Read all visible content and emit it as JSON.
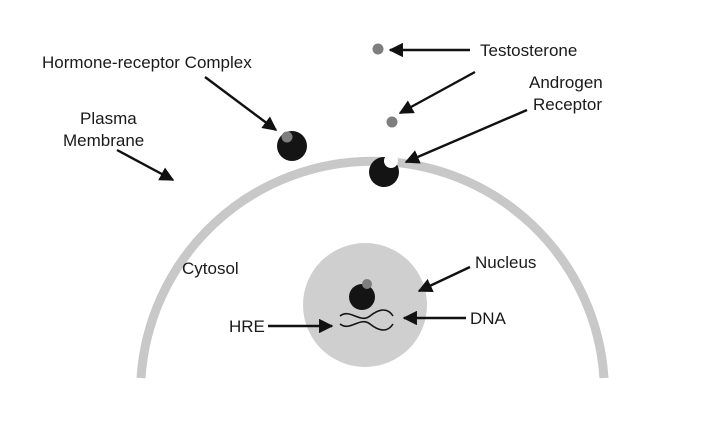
{
  "labels": {
    "testosterone": "Testosterone",
    "hormone_receptor_complex": "Hormone-receptor Complex",
    "androgen_line1": "Androgen",
    "androgen_line2": "Receptor",
    "plasma_line1": "Plasma",
    "plasma_line2": "Membrane",
    "cytosol": "Cytosol",
    "nucleus": "Nucleus",
    "hre": "HRE",
    "dna": "DNA"
  },
  "colors": {
    "membrane": "#c8c8c8",
    "nucleus": "#cfcfcf",
    "hormone": "#7e7e7e",
    "receptor": "#141414",
    "arrow": "#111111",
    "text": "#1a1a1a"
  }
}
